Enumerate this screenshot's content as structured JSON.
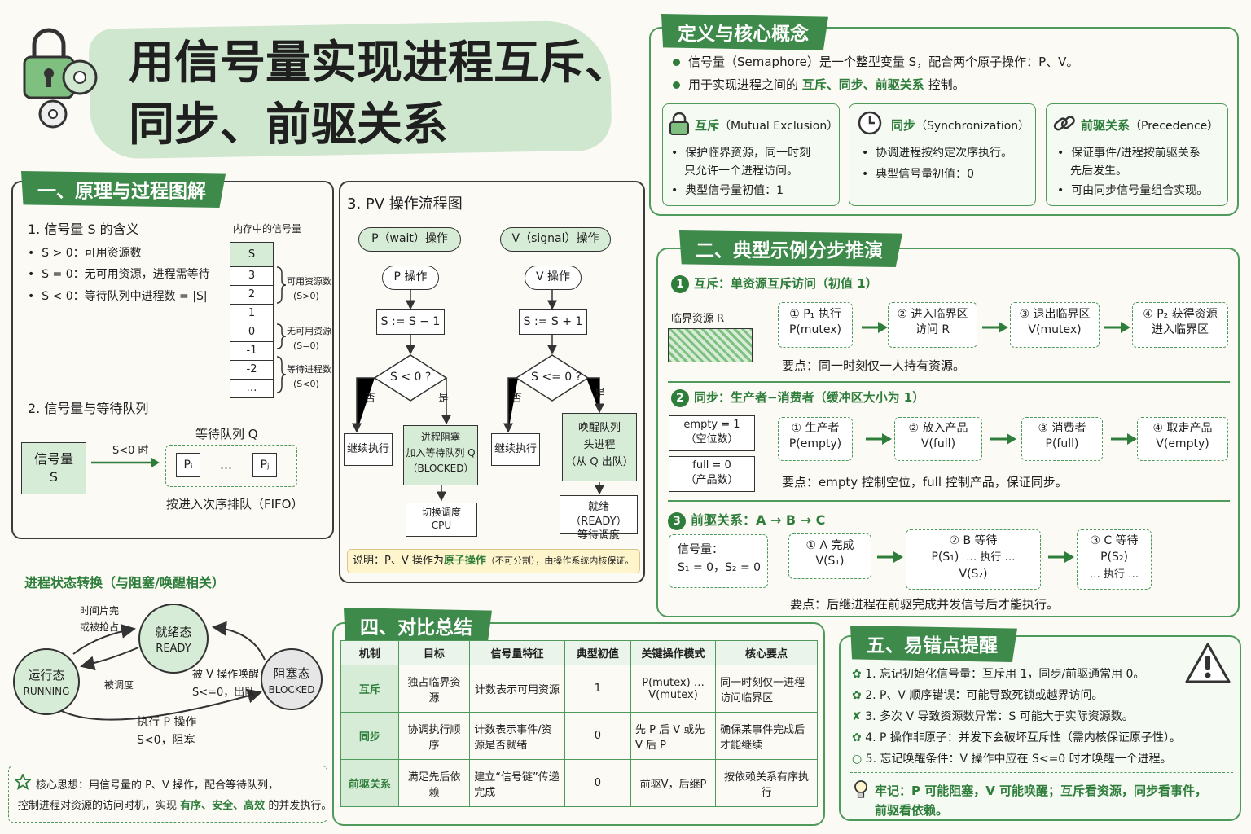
{
  "title": {
    "line1": "用信号量实现进程互斥、",
    "line2": "同步、前驱关系"
  },
  "colors": {
    "accent": "#3d8a4a",
    "light_green": "#d6ecd6",
    "highlight": "#fff5cc"
  },
  "definitions": {
    "header": "定义与核心概念",
    "bullets": [
      "信号量（Semaphore）是一个整型变量 S，配合两个原子操作：P、V。",
      "用于实现进程之间的"
    ],
    "bullet2_highlight": "互斥、同步、前驱关系",
    "bullet2_tail": "控制。",
    "cards": [
      {
        "title": "互斥",
        "subtitle": "（Mutual Exclusion）",
        "icon": "lock-icon",
        "items": [
          "保护临界资源，同一时刻",
          "只允许一个进程访问。",
          "典型信号量初值：1"
        ]
      },
      {
        "title": "同步",
        "subtitle": "（Synchronization）",
        "icon": "clock-icon",
        "items": [
          "协调进程按约定次序执行。",
          "典型信号量初值：0"
        ]
      },
      {
        "title": "前驱关系",
        "subtitle": "（Precedence）",
        "icon": "link-icon",
        "items": [
          "保证事件/进程按前驱关系",
          "先后发生。",
          "可由同步信号量组合实现。"
        ]
      }
    ]
  },
  "principle": {
    "header": "一、原理与过程图解",
    "s1_title": "1. 信号量 S 的含义",
    "s1_items": [
      "S > 0：可用资源数",
      "S = 0：无可用资源，进程需等待",
      "S < 0：等待队列中进程数 = |S|"
    ],
    "memory_label": "内存中的信号量",
    "memory_cells": [
      "S",
      "3",
      "2",
      "1",
      "0",
      "-1",
      "-2",
      "…"
    ],
    "brace_labels": [
      [
        "可用资源数",
        "(S>0)"
      ],
      [
        "无可用资源",
        "(S=0)"
      ],
      [
        "等待进程数",
        "(S<0)"
      ]
    ],
    "s2_title": "2. 信号量与等待队列",
    "sem_box": [
      "信号量",
      "S"
    ],
    "arrow_label": "S<0 时",
    "queue_label": "等待队列 Q",
    "queue_items": [
      "Pᵢ",
      "…",
      "Pⱼ"
    ],
    "fifo_label": "按进入次序排队（FIFO）"
  },
  "flowchart": {
    "title": "3. PV 操作流程图",
    "p_header": "P（wait）操作",
    "v_header": "V（signal）操作",
    "p_start": "P 操作",
    "v_start": "V 操作",
    "p_step": "S := S − 1",
    "v_step": "S := S + 1",
    "p_cond": "S < 0 ?",
    "v_cond": "S <= 0 ?",
    "no": "否",
    "yes": "是",
    "continue": "继续执行",
    "p_block": [
      "进程阻塞",
      "加入等待队列 Q",
      "（BLOCKED）"
    ],
    "p_switch": [
      "切换调度",
      "CPU"
    ],
    "v_wake": [
      "唤醒队列",
      "头进程",
      "（从 Q 出队）"
    ],
    "v_ready": [
      "就绪（READY）",
      "等待调度"
    ],
    "note_prefix": "说明：P、V 操作为",
    "note_highlight": "原子操作",
    "note_tail": "（不可分割），由操作系统内核保证。"
  },
  "states": {
    "title": "进程状态转换（与阻塞/唤醒相关）",
    "running": [
      "运行态",
      "RUNNING"
    ],
    "ready": [
      "就绪态",
      "READY"
    ],
    "blocked": [
      "阻塞态",
      "BLOCKED"
    ],
    "t_timeslice": [
      "时间片完",
      "或被抢占"
    ],
    "t_dispatch": "被调度",
    "t_wake": [
      "被 V 操作唤醒",
      "S<=0，出队"
    ],
    "t_block": [
      "执行 P 操作",
      "S<0，阻塞"
    ]
  },
  "core_idea": {
    "line1": "核心思想：用信号量的 P、V 操作，配合等待队列，",
    "line2_prefix": "控制进程对资源的访问时机，实现",
    "line2_highlight": "有序、安全、高效",
    "line2_tail": "的并发执行。"
  },
  "examples": {
    "header": "二、典型示例分步推演",
    "ex1_title": "互斥：单资源互斥访问（初值 1）",
    "ex1_resource": "临界资源 R",
    "ex1_steps": [
      [
        "① P₁ 执行",
        "P(mutex)"
      ],
      [
        "② 进入临界区",
        "访问 R"
      ],
      [
        "③ 退出临界区",
        "V(mutex)"
      ],
      [
        "④ P₂ 获得资源",
        "进入临界区"
      ]
    ],
    "ex1_note": "要点：同一时刻仅一人持有资源。",
    "ex2_title": "同步：生产者−消费者（缓冲区大小为 1）",
    "ex2_vars": [
      [
        "empty = 1",
        "（空位数）"
      ],
      [
        "full = 0",
        "（产品数）"
      ]
    ],
    "ex2_steps": [
      [
        "① 生产者",
        "P(empty)"
      ],
      [
        "② 放入产品",
        "V(full)"
      ],
      [
        "③ 消费者",
        "P(full)"
      ],
      [
        "④ 取走产品",
        "V(empty)"
      ]
    ],
    "ex2_note": "要点：empty 控制空位，full 控制产品，保证同步。",
    "ex3_title": "前驱关系：A → B → C",
    "ex3_var": [
      "信号量：",
      "S₁ = 0，S₂ = 0"
    ],
    "ex3_step1": [
      "① A 完成",
      "V(S₁)"
    ],
    "ex3_step2": [
      "② B 等待",
      "P(S₁)",
      "… 执行 …",
      "V(S₂)"
    ],
    "ex3_step3": [
      "③ C 等待",
      "P(S₂)",
      "… 执行 …"
    ],
    "ex3_note": "要点：后继进程在前驱完成并发信号后才能执行。"
  },
  "compare": {
    "header": "四、对比总结",
    "columns": [
      "机制",
      "目标",
      "信号量特征",
      "典型初值",
      "关键操作模式",
      "核心要点"
    ],
    "rows": [
      [
        "互斥",
        "独占临界资源",
        "计数表示可用资源",
        "1",
        "P(mutex) … V(mutex)",
        "同一时刻仅一进程访问临界区"
      ],
      [
        "同步",
        "协调执行顺序",
        "计数表示事件/资源是否就绪",
        "0",
        "先 P 后 V 或先 V 后 P",
        "确保某事件完成后才能继续"
      ],
      [
        "前驱关系",
        "满足先后依赖",
        "建立“信号链”传递完成",
        "0",
        "前驱V，后继P",
        "按依赖关系有序执行"
      ]
    ]
  },
  "pitfalls": {
    "header": "五、易错点提醒",
    "items": [
      "1. 忘记初始化信号量：互斥用 1，同步/前驱通常用 0。",
      "2. P、V 顺序错误：可能导致死锁或越界访问。",
      "3. 多次 V 导致资源数异常：S 可能大于实际资源数。",
      "4. P 操作非原子：并发下会破坏互斥性（需内核保证原子性）。",
      "5. 忘记唤醒条件：V 操作中应在 S<=0 时才唤醒一个进程。"
    ],
    "remember_line1": "牢记：P 可能阻塞，V 可能唤醒；互斥看资源，同步看事件，",
    "remember_line2": "前驱看依赖。"
  }
}
